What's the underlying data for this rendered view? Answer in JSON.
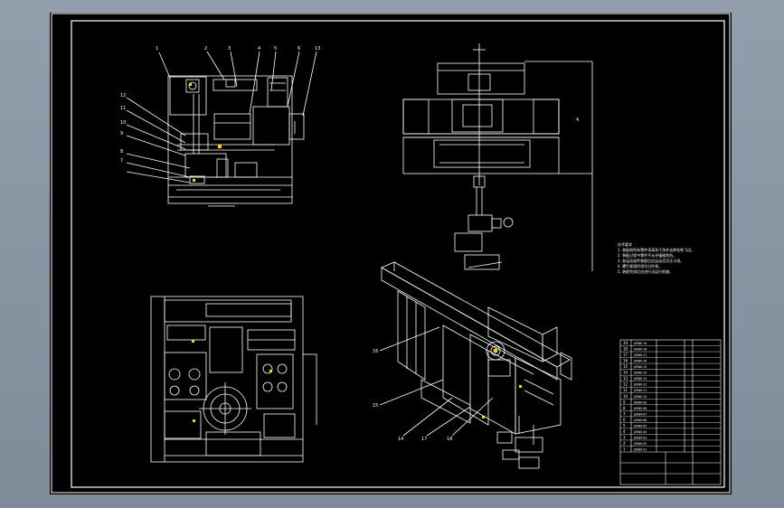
{
  "viewport": {
    "background": "#8e9aa7",
    "sheet_background": "#000000",
    "line_color": "#ffffff",
    "accent_color": "#ffd200"
  },
  "drawing": {
    "balloons_view1": [
      "1",
      "2",
      "3",
      "4",
      "5",
      "6",
      "13",
      "12",
      "11",
      "10",
      "9",
      "8",
      "7"
    ],
    "balloons_isometric": [
      "16",
      "15",
      "14",
      "17",
      "18"
    ],
    "side_view_dimension": "4"
  },
  "notes": {
    "title": "技术要求",
    "lines": [
      "1. 装配前所有零件须清洗干净并去除毛刺飞边。",
      "2. 装配过程中零件不允许磕碰划伤。",
      "3. 各运动部件装配后应运动灵活无卡滞。",
      "4. 螺钉紧固时须均匀拧紧。",
      "5. 装配完成后应进行试运行检查。"
    ]
  },
  "bom": {
    "rows": [
      {
        "no": "19",
        "code": "JXBW-19"
      },
      {
        "no": "18",
        "code": "JXBW-18"
      },
      {
        "no": "17",
        "code": "JXBW-17"
      },
      {
        "no": "16",
        "code": "JXBW-16"
      },
      {
        "no": "15",
        "code": "JXBW-15"
      },
      {
        "no": "14",
        "code": "JXBW-14"
      },
      {
        "no": "13",
        "code": "JXBW-13"
      },
      {
        "no": "12",
        "code": "JXBW-12"
      },
      {
        "no": "11",
        "code": "JXBW-11"
      },
      {
        "no": "10",
        "code": "JXBW-10"
      },
      {
        "no": "9",
        "code": "JXBW-09"
      },
      {
        "no": "8",
        "code": "JXBW-08"
      },
      {
        "no": "7",
        "code": "JXBW-07"
      },
      {
        "no": "6",
        "code": "JXBW-06"
      },
      {
        "no": "5",
        "code": "JXBW-05"
      },
      {
        "no": "4",
        "code": "JXBW-04"
      },
      {
        "no": "3",
        "code": "JXBW-03"
      },
      {
        "no": "2",
        "code": "JXBW-02"
      },
      {
        "no": "1",
        "code": "JXBW-01"
      }
    ]
  }
}
